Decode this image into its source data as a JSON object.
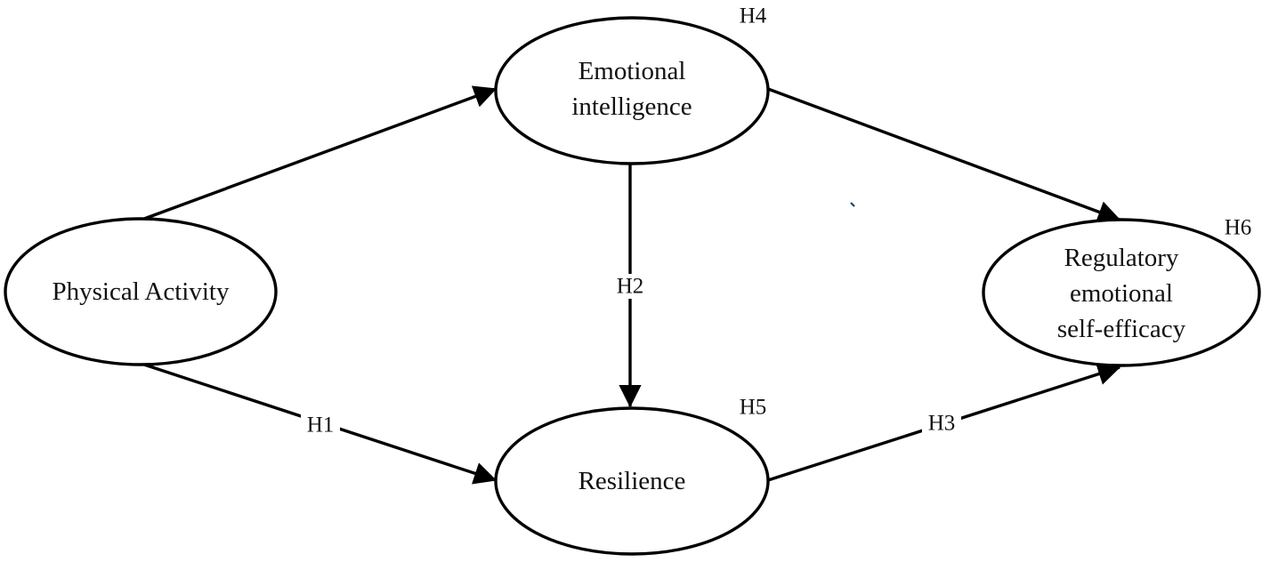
{
  "nodes": {
    "physical_activity": {
      "lines": [
        "Physical Activity"
      ]
    },
    "emotional_intelligence": {
      "lines": [
        "Emotional",
        "intelligence"
      ],
      "hypothesis": "H4"
    },
    "resilience": {
      "lines": [
        "Resilience"
      ],
      "hypothesis": "H5"
    },
    "regulatory_emotional_self_efficacy": {
      "lines": [
        "Regulatory",
        "emotional",
        "self-efficacy"
      ],
      "hypothesis": "H6"
    }
  },
  "edges": [
    {
      "from": "physical_activity",
      "to": "emotional_intelligence",
      "label": ""
    },
    {
      "from": "physical_activity",
      "to": "resilience",
      "label": "H1"
    },
    {
      "from": "emotional_intelligence",
      "to": "resilience",
      "label": "H2"
    },
    {
      "from": "emotional_intelligence",
      "to": "regulatory_emotional_self_efficacy",
      "label": ""
    },
    {
      "from": "resilience",
      "to": "regulatory_emotional_self_efficacy",
      "label": "H3"
    }
  ],
  "colors": {
    "stroke": "#000000",
    "text": "#111111",
    "background": "#ffffff"
  }
}
